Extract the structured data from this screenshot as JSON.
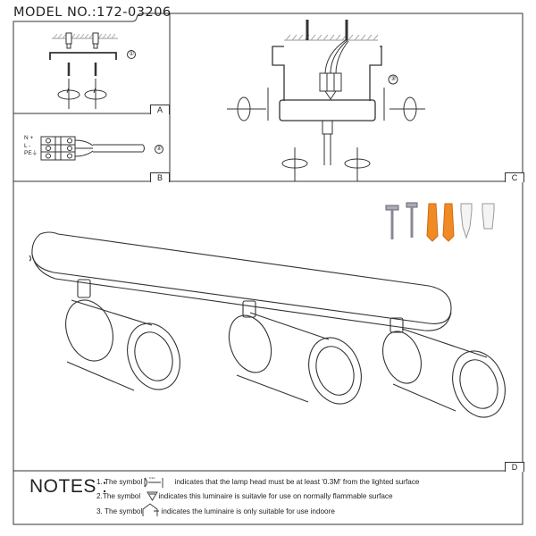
{
  "header": {
    "model_label": "MODEL NO.:172-03206"
  },
  "panels": {
    "a": {
      "label": "A",
      "step": "①"
    },
    "b": {
      "label": "B",
      "step": "②",
      "terminals": [
        "N +",
        "L -",
        "PE⏚"
      ]
    },
    "c": {
      "label": "C",
      "step": "③"
    },
    "d": {
      "label": "D"
    }
  },
  "notes": {
    "title": "NOTES :",
    "items": [
      {
        "prefix": "1. The symbol",
        "symbol": "0.3m",
        "text": "indicates that the lamp head must be at least '0.3M' from the lighted surface"
      },
      {
        "prefix": "2.The symbol",
        "text": "indicates this luminaire is suitavle for use on normally flammable surface"
      },
      {
        "prefix": "3. The symbol",
        "text": "indicates the luminaire is only suitable for use indoore"
      }
    ]
  },
  "colors": {
    "line": "#333333",
    "anchor_orange": "#f08a24",
    "screw_grey": "#8a8f96"
  }
}
